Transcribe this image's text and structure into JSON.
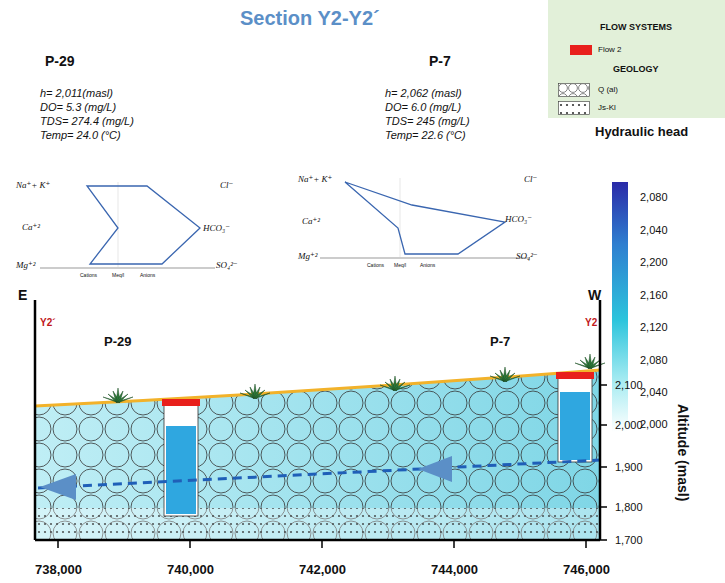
{
  "diagram": {
    "title": "Section Y2-Y2´",
    "labels": [
      "P-29",
      "h= 2,011(masl)",
      "DO= 5.3 (mg/L)",
      "TDS= 274.4 (mg/L)",
      "Temp= 24.0 (°C)",
      "P-7",
      "h= 2,062 (masl)",
      "DO= 6.0 (mg/L)",
      "TDS= 245 (mg/L)",
      "Temp= 22.6 (°C)",
      "Na⁺+ K⁺",
      "Cl⁻",
      "Ca⁺²",
      "HCO₃⁻",
      "Mg⁺²",
      "SO₄²⁻",
      "Cations",
      "Meq/l",
      "Anions",
      "Na⁺+ K⁺",
      "Cl⁻",
      "Ca⁺²",
      "HCO₃⁻",
      "Mg⁺²",
      "SO₄²⁻",
      "Cations",
      "Meq/l",
      "Anions",
      "FLOW SYSTEMS",
      "GEOLOGY",
      "Hydraulic head",
      "2,080",
      "2,040",
      "2,200",
      "2,160",
      "2,120",
      "2,080",
      "2,040",
      "2,000",
      "E",
      "W",
      "Y2´",
      "Y2",
      "P-29",
      "P-7",
      "Altitude (masl)",
      "2,100",
      "2,000",
      "1,900",
      "1,800",
      "1,700",
      "738,000",
      "740,000",
      "742,000",
      "744,000",
      "746,000"
    ],
    "legend": [
      {
        "text": "Flow 2",
        "color": "#e8201c"
      },
      {
        "text": "Q (al)"
      },
      {
        "text": "Js-Kl"
      }
    ]
  }
}
